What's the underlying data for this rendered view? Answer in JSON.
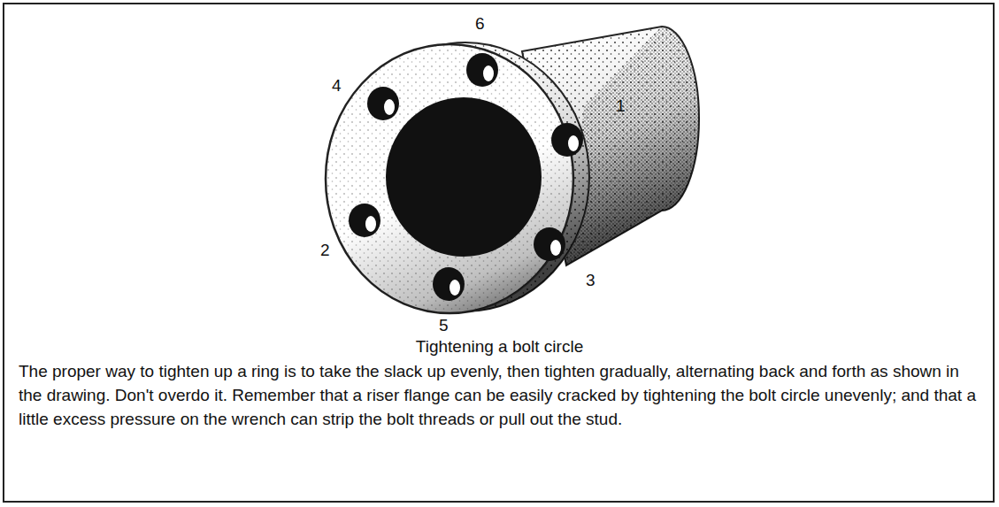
{
  "diagram": {
    "title": "Tightening a bolt circle",
    "caption": "The proper way to tighten up a ring is to take the slack up evenly, then tighten gradually, alternating back and forth as shown in the drawing. Don't overdo it. Remember that a riser flange can be easily cracked by tightening the bolt circle unevenly; and that a little excess pressure on the wrench can strip the bolt threads or pull out the stud.",
    "labels": [
      "6",
      "4",
      "1",
      "2",
      "3",
      "5"
    ]
  }
}
